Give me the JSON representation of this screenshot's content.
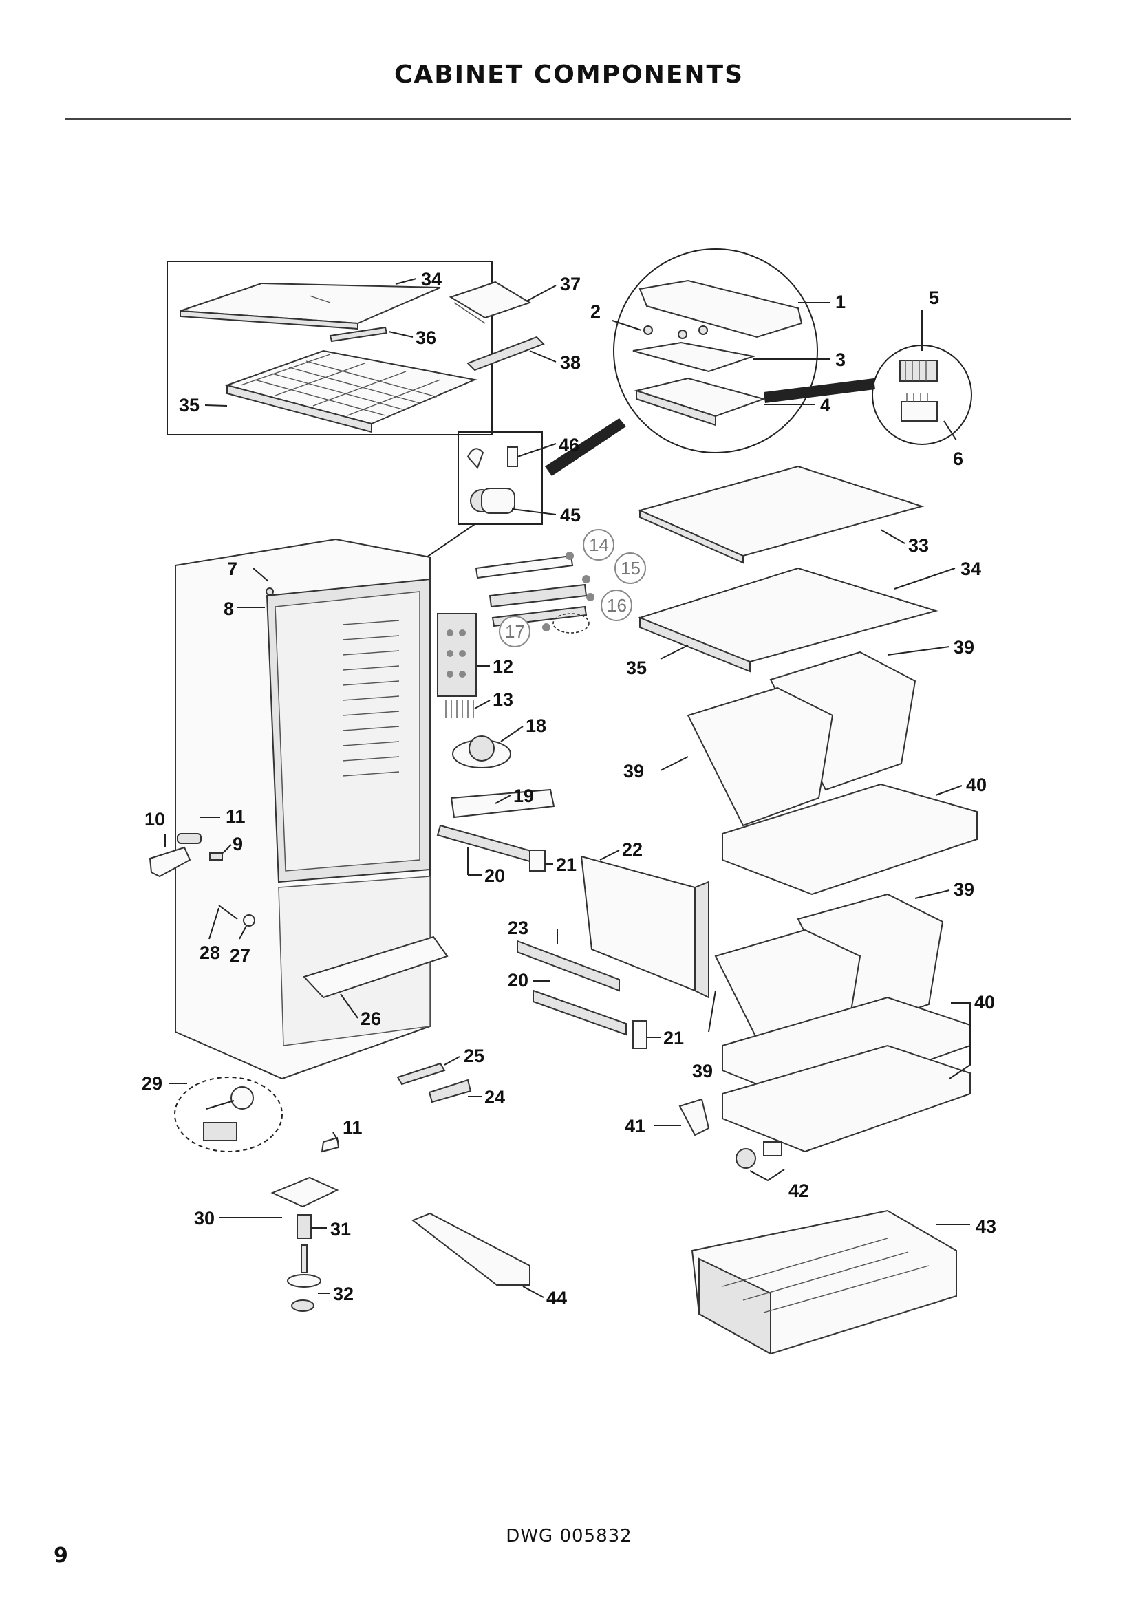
{
  "page": {
    "title": "CABINET COMPONENTS",
    "drawing_number": "DWG 005832",
    "page_number": "9"
  },
  "callouts": [
    {
      "id": "c1",
      "text": "1"
    },
    {
      "id": "c2",
      "text": "2"
    },
    {
      "id": "c3",
      "text": "3"
    },
    {
      "id": "c4",
      "text": "4"
    },
    {
      "id": "c5",
      "text": "5"
    },
    {
      "id": "c6",
      "text": "6"
    },
    {
      "id": "c7",
      "text": "7"
    },
    {
      "id": "c8",
      "text": "8"
    },
    {
      "id": "c9",
      "text": "9"
    },
    {
      "id": "c10",
      "text": "10"
    },
    {
      "id": "c11a",
      "text": "11"
    },
    {
      "id": "c11b",
      "text": "11"
    },
    {
      "id": "c12",
      "text": "12"
    },
    {
      "id": "c13",
      "text": "13"
    },
    {
      "id": "c14",
      "text": "14"
    },
    {
      "id": "c15",
      "text": "15"
    },
    {
      "id": "c16",
      "text": "16"
    },
    {
      "id": "c17",
      "text": "17"
    },
    {
      "id": "c18",
      "text": "18"
    },
    {
      "id": "c19",
      "text": "19"
    },
    {
      "id": "c20a",
      "text": "20"
    },
    {
      "id": "c20b",
      "text": "20"
    },
    {
      "id": "c21a",
      "text": "21"
    },
    {
      "id": "c21b",
      "text": "21"
    },
    {
      "id": "c22",
      "text": "22"
    },
    {
      "id": "c23",
      "text": "23"
    },
    {
      "id": "c24",
      "text": "24"
    },
    {
      "id": "c25",
      "text": "25"
    },
    {
      "id": "c26",
      "text": "26"
    },
    {
      "id": "c27",
      "text": "27"
    },
    {
      "id": "c28",
      "text": "28"
    },
    {
      "id": "c29",
      "text": "29"
    },
    {
      "id": "c30",
      "text": "30"
    },
    {
      "id": "c31",
      "text": "31"
    },
    {
      "id": "c32",
      "text": "32"
    },
    {
      "id": "c33",
      "text": "33"
    },
    {
      "id": "c34a",
      "text": "34"
    },
    {
      "id": "c34b",
      "text": "34"
    },
    {
      "id": "c35a",
      "text": "35"
    },
    {
      "id": "c35b",
      "text": "35"
    },
    {
      "id": "c36",
      "text": "36"
    },
    {
      "id": "c37",
      "text": "37"
    },
    {
      "id": "c38",
      "text": "38"
    },
    {
      "id": "c39a",
      "text": "39"
    },
    {
      "id": "c39b",
      "text": "39"
    },
    {
      "id": "c39c",
      "text": "39"
    },
    {
      "id": "c39d",
      "text": "39"
    },
    {
      "id": "c40a",
      "text": "40"
    },
    {
      "id": "c40b",
      "text": "40"
    },
    {
      "id": "c41",
      "text": "41"
    },
    {
      "id": "c42",
      "text": "42"
    },
    {
      "id": "c43",
      "text": "43"
    },
    {
      "id": "c44",
      "text": "44"
    },
    {
      "id": "c45",
      "text": "45"
    },
    {
      "id": "c46",
      "text": "46"
    }
  ]
}
